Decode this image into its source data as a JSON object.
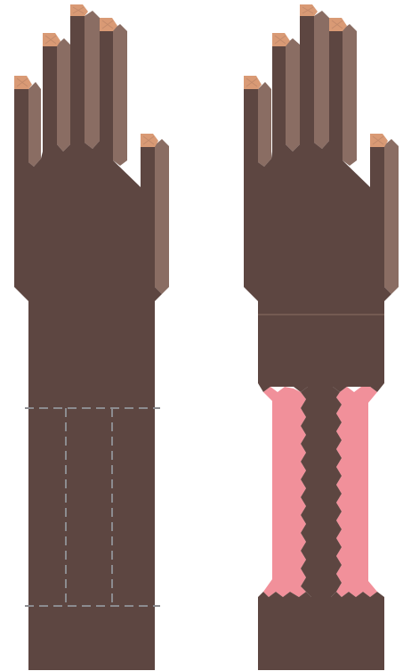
{
  "colors": {
    "skin": "#5d4641",
    "finger_shade": "#8a6d63",
    "nail": "#d99a75",
    "nail_mark": "#c38a6b",
    "cut_line": "#8c8c90",
    "wound": "#f1909a"
  },
  "figures": [
    {
      "name": "arm-with-incision-guides",
      "state": "marked"
    },
    {
      "name": "arm-with-opened-incisions",
      "state": "opened"
    }
  ],
  "icons": {
    "incision_guide": "dashed-line",
    "opened_incision": "zigzag-wound"
  }
}
